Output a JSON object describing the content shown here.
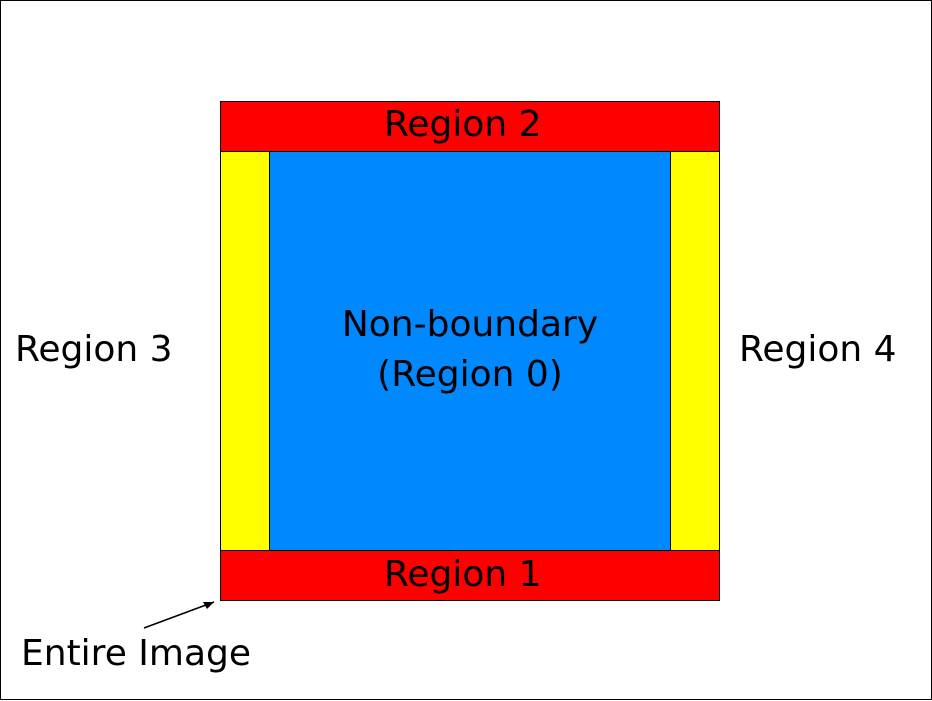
{
  "diagram": {
    "regions": {
      "top_label": "Region 2",
      "bottom_label": "Region 1",
      "left_label": "Region 3",
      "right_label": "Region 4",
      "center_label_line1": "Non-boundary",
      "center_label_line2": "(Region 0)"
    },
    "annotation": {
      "label": "Entire Image"
    },
    "colors": {
      "top_bottom": "#ff0000",
      "left_right": "#ffff00",
      "center": "#0088ff",
      "border": "#000000",
      "background": "#ffffff"
    }
  }
}
